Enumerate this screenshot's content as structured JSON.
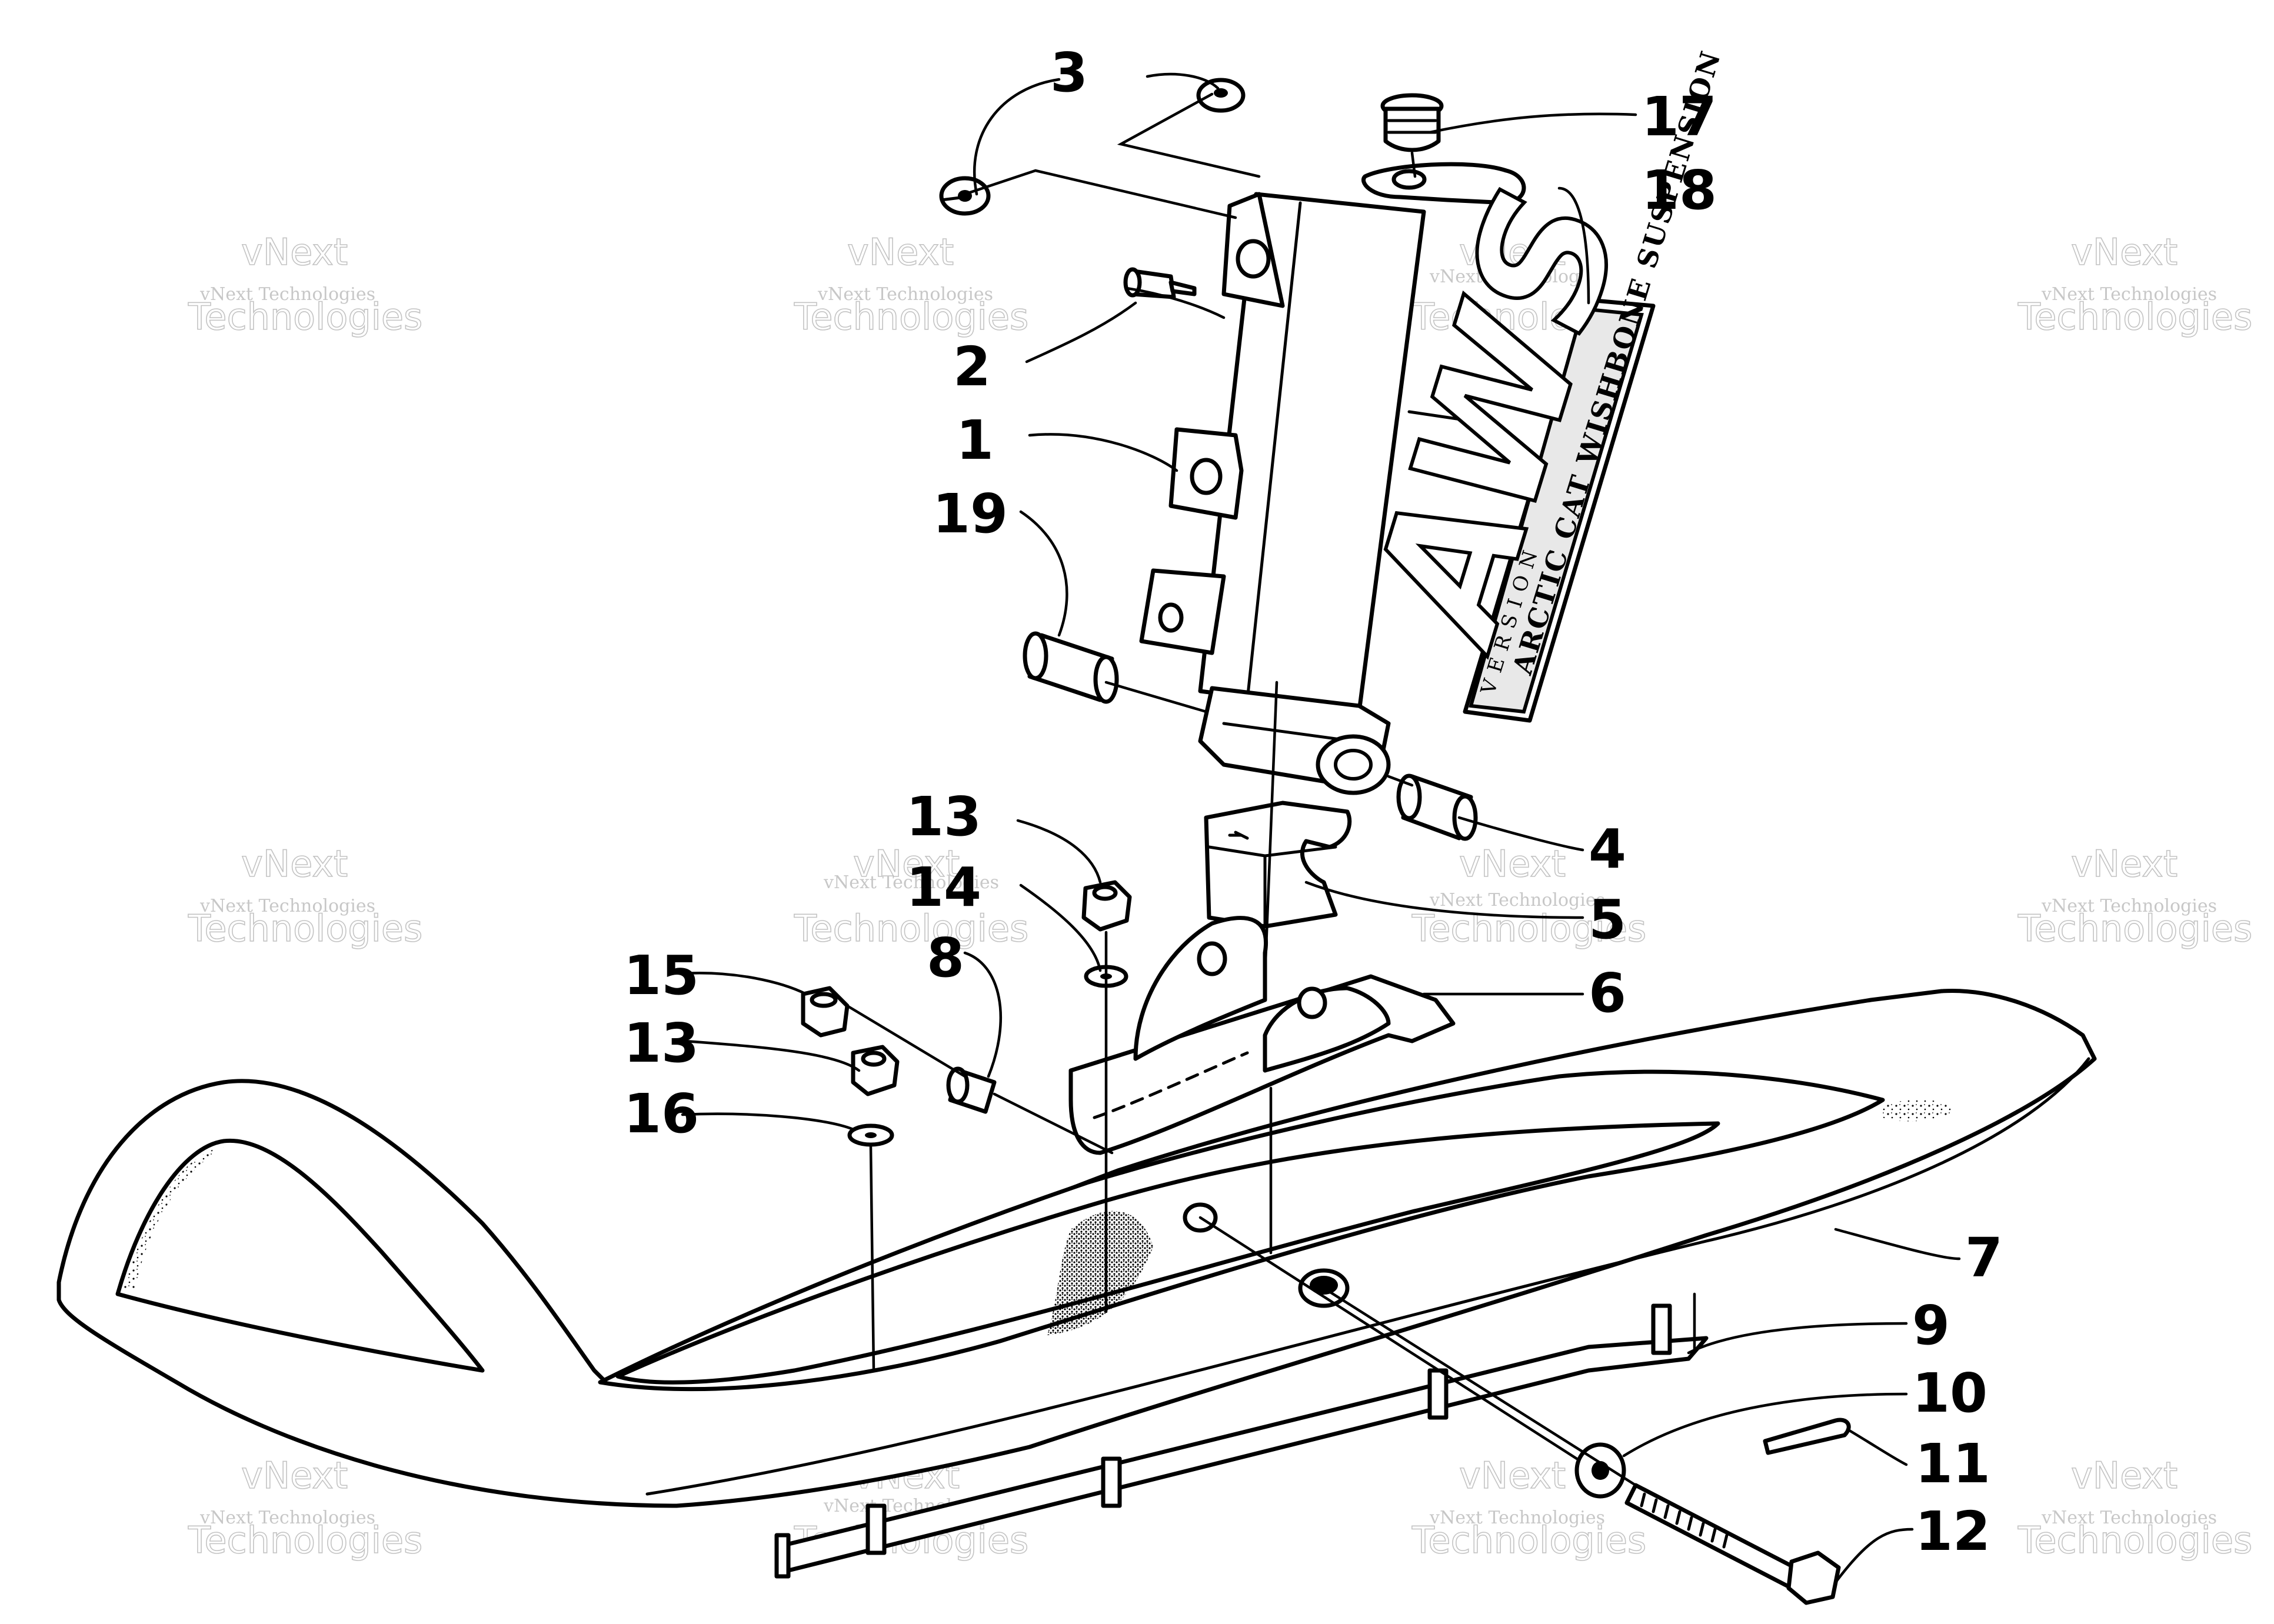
{
  "watermark": {
    "line1": "vNext Technologies",
    "line2": "vNext",
    "line3": "Technologies"
  },
  "decal": {
    "logo": "AWS",
    "line1": "ARCTIC CAT WISHBONE SUSPENSION",
    "version": "VERSION"
  },
  "callouts": [
    "1",
    "2",
    "3",
    "4",
    "5",
    "6",
    "7",
    "8",
    "9",
    "10",
    "11",
    "12",
    "13",
    "13",
    "14",
    "15",
    "16",
    "17",
    "18",
    "19"
  ]
}
